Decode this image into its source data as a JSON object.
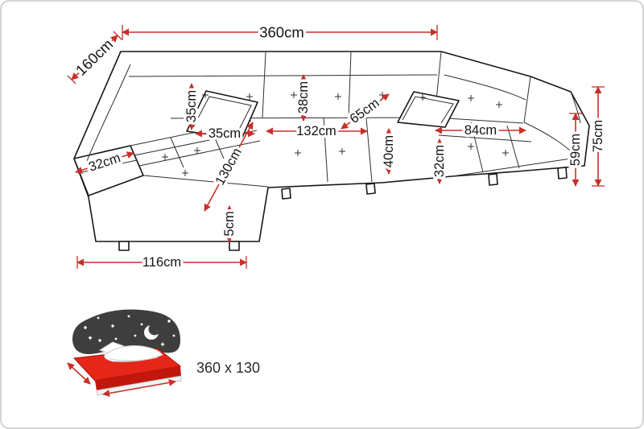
{
  "page": {
    "background": "#ffffff",
    "border_color": "#c8c8c8"
  },
  "colors": {
    "dimension_red": "#c53129",
    "outline_black": "#161616",
    "bed_dark": "#3e3e3e",
    "bed_red": "#e52619"
  },
  "dimensions": {
    "top_width": "360cm",
    "left_depth": "160cm",
    "left_arm_width": "32cm",
    "pillow_height": "35cm",
    "pillow_width": "35cm",
    "left_chaise_length": "130cm",
    "backrest_height": "38cm",
    "middle_seat_width": "132cm",
    "seat_depth": "65cm",
    "seat_front_height": "40cm",
    "right_seat_width": "84cm",
    "right_arm_height": "32cm",
    "total_height": "75cm",
    "armrest_height": "59cm",
    "left_wing_width": "116cm",
    "leg_height": "5cm"
  },
  "bed": {
    "size_label": "360 x 130"
  },
  "icons": {
    "star_glyph": "✦"
  }
}
